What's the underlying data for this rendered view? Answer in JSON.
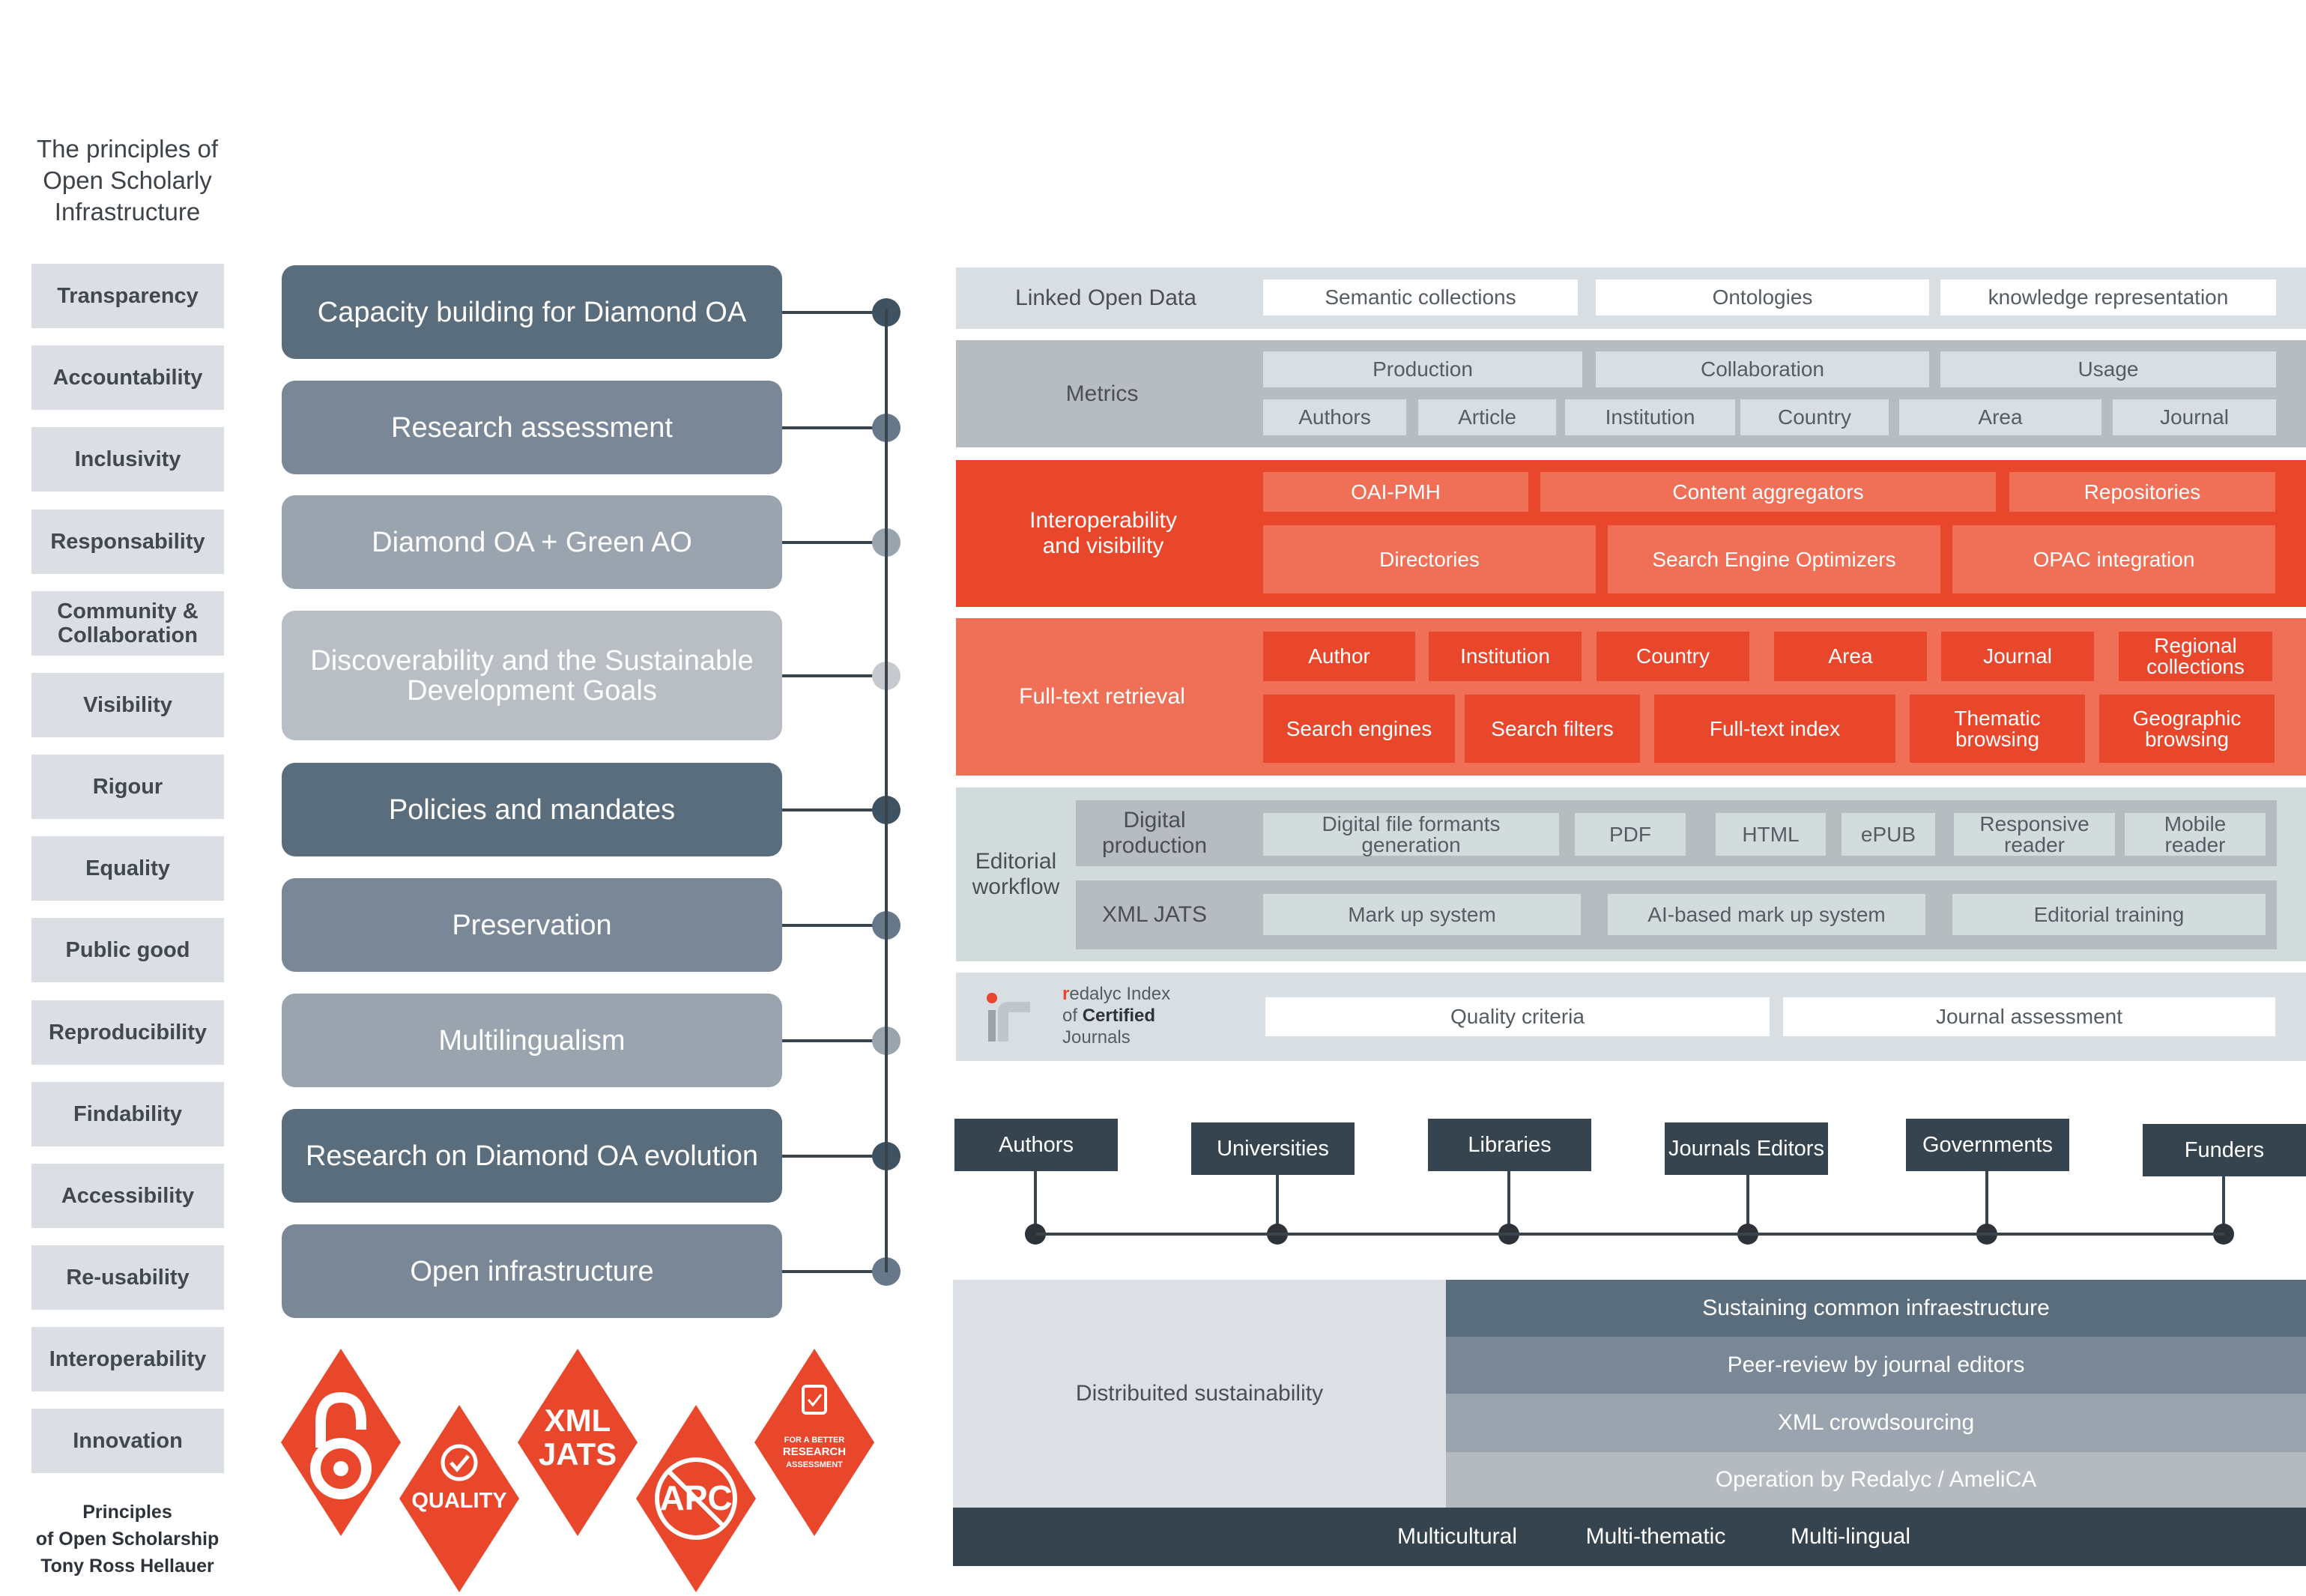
{
  "title": "The principles of Open Scholarly Infrastructure",
  "principles": [
    "Transparency",
    "Accountability",
    "Inclusivity",
    "Responsability",
    "Community & Collaboration",
    "Visibility",
    "Rigour",
    "Equality",
    "Public good",
    "Reproducibility",
    "Findability",
    "Accessibility",
    "Re-usability",
    "Interoperability",
    "Innovation"
  ],
  "credit": {
    "line1": "Principles",
    "line2": "of Open Scholarship",
    "line3": "Tony Ross Hellauer"
  },
  "axes": [
    "Capacity building for Diamond OA",
    "Research assessment",
    "Diamond OA + Green AO",
    "Discoverability and the Sustainable Development Goals",
    "Policies and mandates",
    "Preservation",
    "Multilingualism",
    "Research on Diamond OA evolution",
    "Open infrastructure"
  ],
  "badges": {
    "quality": "QUALITY",
    "xml": "XML",
    "jats": "JATS",
    "apc": "APC",
    "research_line1": "FOR A BETTER",
    "research_line2": "RESEARCH",
    "research_line3": "ASSESSMENT"
  },
  "linked_open_data": {
    "label": "Linked Open Data",
    "items": [
      "Semantic collections",
      "Ontologies",
      "knowledge representation"
    ]
  },
  "metrics": {
    "label": "Metrics",
    "top": [
      "Production",
      "Collaboration",
      "Usage"
    ],
    "bottom": [
      "Authors",
      "Article",
      "Institution",
      "Country",
      "Area",
      "Journal"
    ]
  },
  "interop": {
    "label": "Interoperability and visibility",
    "top": [
      "OAI-PMH",
      "Content aggregators",
      "Repositories"
    ],
    "bottom": [
      "Directories",
      "Search Engine Optimizers",
      "OPAC integration"
    ]
  },
  "fulltext": {
    "label": "Full-text retrieval",
    "top": [
      "Author",
      "Institution",
      "Country",
      "Area",
      "Journal",
      "Regional collections"
    ],
    "bottom": [
      "Search engines",
      "Search filters",
      "Full-text index",
      "Thematic browsing",
      "Geographic browsing"
    ]
  },
  "editorial": {
    "label": "Editorial workflow",
    "digital_label": "Digital production",
    "digital_items": [
      "Digital file formants generation",
      "PDF",
      "HTML",
      "ePUB",
      "Responsive reader",
      "Mobile reader"
    ],
    "xml_label": "XML JATS",
    "xml_items": [
      "Mark up system",
      "AI-based mark up system",
      "Editorial training"
    ]
  },
  "index": {
    "logo_r": "r",
    "logo_line1": "edalyc Index",
    "logo_line2a": "of ",
    "logo_line2b": "Certified",
    "logo_line3": "Journals",
    "items": [
      "Quality criteria",
      "Journal assessment"
    ]
  },
  "stakeholders": [
    "Authors",
    "Universities",
    "Libraries",
    "Journals Editors",
    "Governments",
    "Funders"
  ],
  "sustainability": {
    "label": "Distribuited sustainability",
    "bars": [
      "Sustaining common infraestructure",
      "Peer-review by journal editors",
      "XML crowdsourcing",
      "Operation by Redalyc / AmeliCA"
    ]
  },
  "footer": [
    "Multicultural",
    "Multi-thematic",
    "Multi-lingual"
  ],
  "colors": {
    "dark": "#5a6d7c",
    "mid": "#7a8796",
    "light": "#9aa4ae",
    "lighter": "#b9bec4",
    "red": "#e8472c",
    "orange": "#ef7056",
    "teal": "#d2dcdd",
    "footer": "#36444f"
  }
}
